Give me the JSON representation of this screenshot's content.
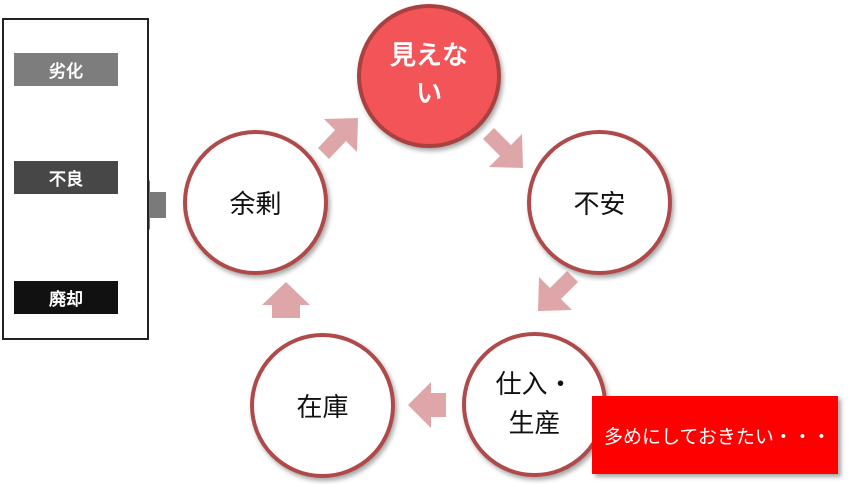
{
  "colors": {
    "hero_fill": "#f35457",
    "ring_border": "#b04a4a",
    "cycle_arrow": "#dea6a8",
    "legend_arrow": "#7a7a7a",
    "callout_fill": "#fe0000"
  },
  "cycle": {
    "hero": {
      "line1": "見えな",
      "line2": "い"
    },
    "anxiety": "不安",
    "procurement": {
      "line1": "仕入・",
      "line2": "生産"
    },
    "inventory": "在庫",
    "surplus": "余剰"
  },
  "legend": {
    "step1": "劣化",
    "step2": "不良",
    "step3": "廃却"
  },
  "callout": {
    "text": "多めにしておきたい・・・"
  }
}
